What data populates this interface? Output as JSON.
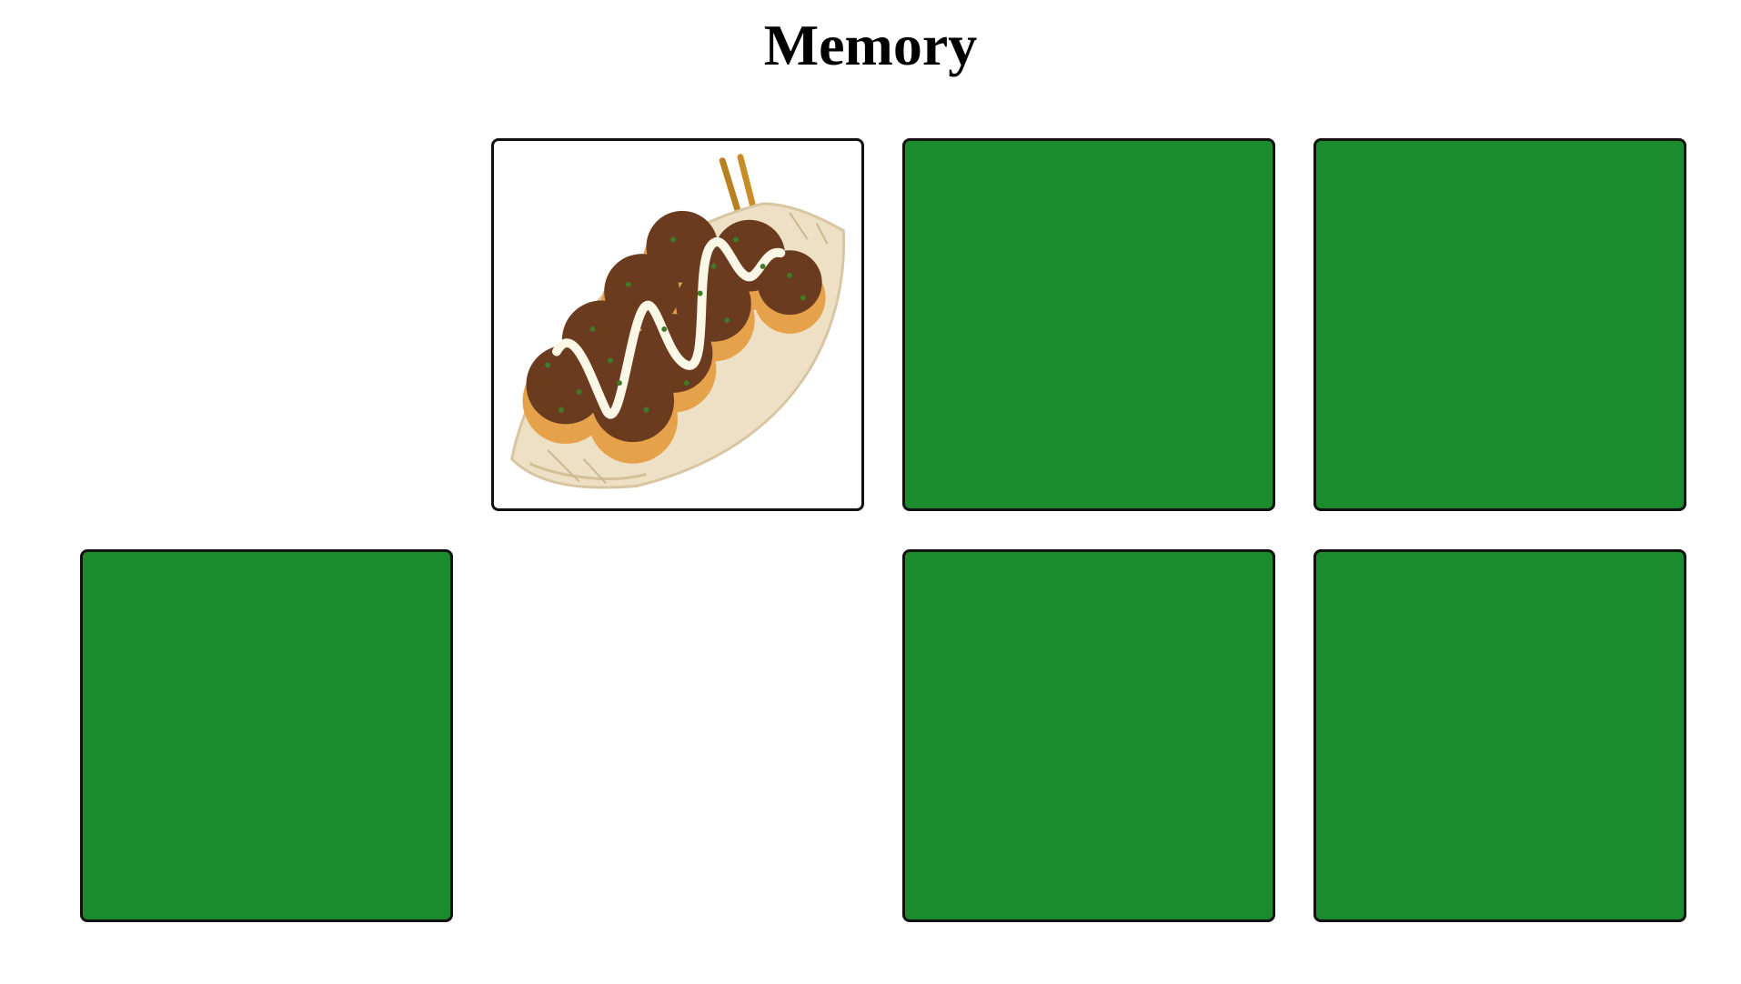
{
  "title": "Memory",
  "colors": {
    "card_back": "#1b8c2e",
    "card_border": "#111111",
    "card_face": "#ffffff"
  },
  "cards": [
    {
      "state": "matched"
    },
    {
      "state": "face-up",
      "image": "takoyaki-icon"
    },
    {
      "state": "face-down"
    },
    {
      "state": "face-down"
    },
    {
      "state": "face-down"
    },
    {
      "state": "matched"
    },
    {
      "state": "face-down"
    },
    {
      "state": "face-down"
    }
  ]
}
